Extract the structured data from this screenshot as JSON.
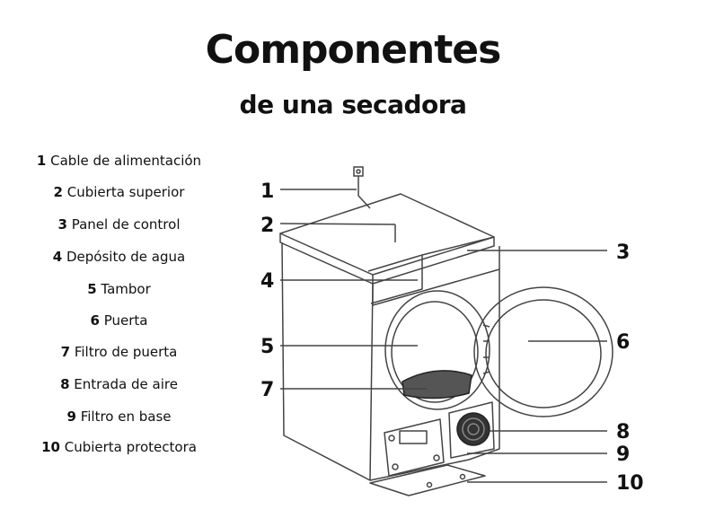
{
  "header": {
    "title": "Componentes",
    "subtitle": "de una secadora"
  },
  "legend": [
    {
      "num": "1",
      "label": "Cable de alimentación"
    },
    {
      "num": "2",
      "label": "Cubierta superior"
    },
    {
      "num": "3",
      "label": "Panel de control"
    },
    {
      "num": "4",
      "label": "Depósito de agua"
    },
    {
      "num": "5",
      "label": "Tambor"
    },
    {
      "num": "6",
      "label": "Puerta"
    },
    {
      "num": "7",
      "label": "Filtro de puerta"
    },
    {
      "num": "8",
      "label": "Entrada de aire"
    },
    {
      "num": "9",
      "label": "Filtro en base"
    },
    {
      "num": "10",
      "label": "Cubierta protectora"
    }
  ],
  "callouts": [
    "1",
    "2",
    "3",
    "4",
    "5",
    "6",
    "7",
    "8",
    "9",
    "10"
  ],
  "icons": {
    "dryer": "dryer-illustration-icon",
    "plug": "power-plug-icon"
  },
  "colors": {
    "ink": "#111111",
    "line": "#444444",
    "background": "#ffffff"
  }
}
